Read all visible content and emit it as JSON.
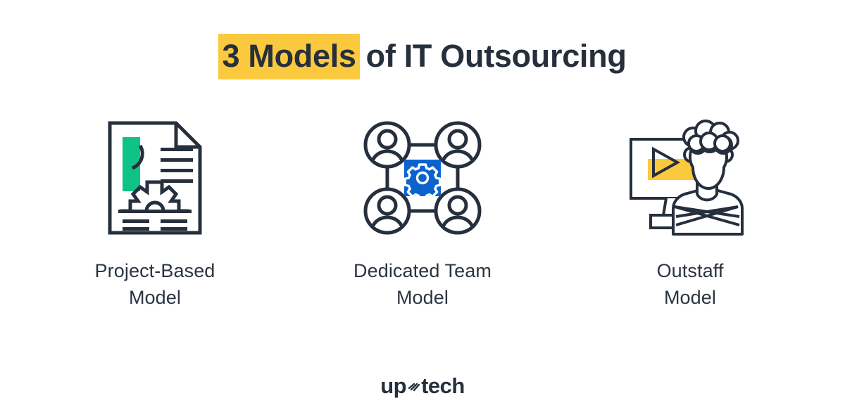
{
  "page": {
    "background_color": "#ffffff",
    "text_color": "#262F3C"
  },
  "title": {
    "highlighted_text": "3 Models",
    "rest_text": "of IT Outsourcing",
    "full_text": "3 Models of IT Outsourcing",
    "highlight_color": "#FBC93D",
    "text_color": "#262F3C"
  },
  "models": [
    {
      "icon": "document-gear-icon",
      "label": "Project-Based\nModel",
      "accent_color": "#0FC286"
    },
    {
      "icon": "team-network-gear-icon",
      "label": "Dedicated Team\nModel",
      "accent_color": "#0B63CE"
    },
    {
      "icon": "monitor-person-icon",
      "label": "Outstaff\nModel",
      "accent_color": "#FBC93D"
    }
  ],
  "logo": {
    "text_left": "up",
    "text_right": "tech",
    "mark": "arrow-mark-icon",
    "color": "#262F3C"
  }
}
